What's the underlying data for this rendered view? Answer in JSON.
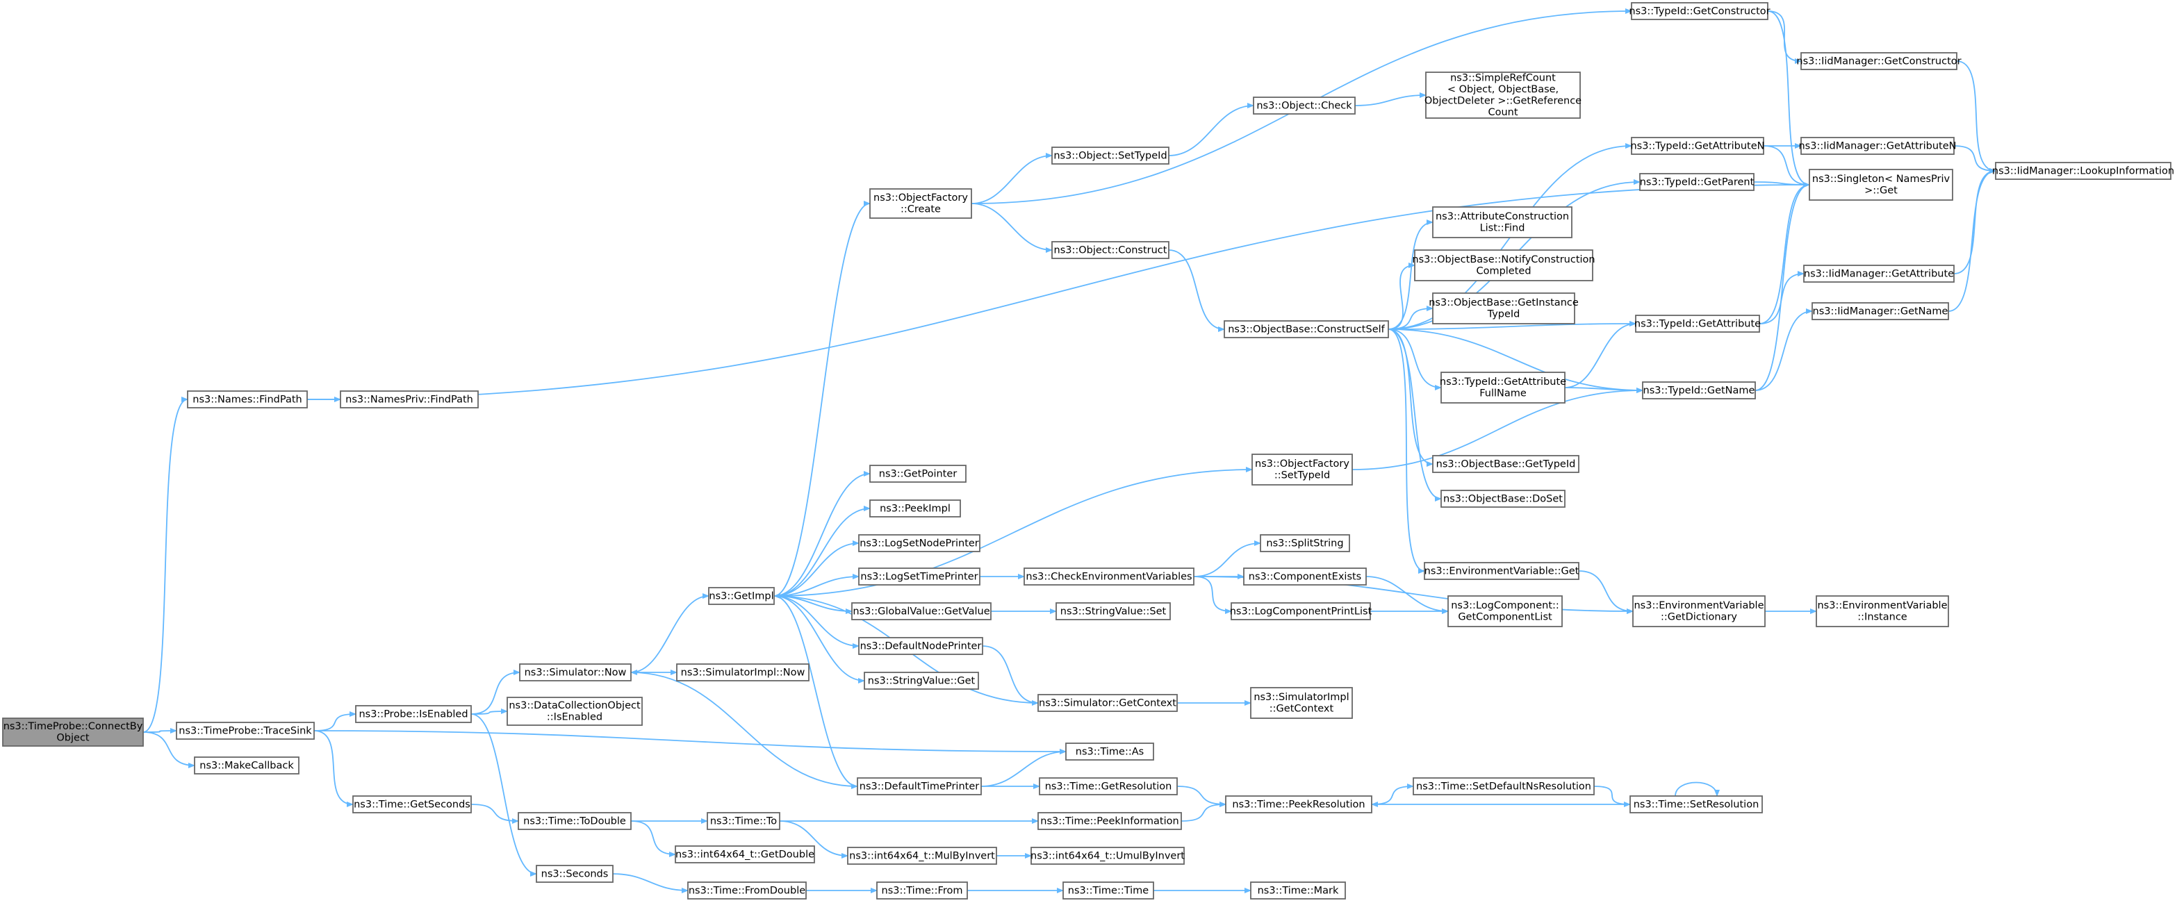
{
  "colors": {
    "edge": "#63b8ff",
    "node_border": "#666666",
    "node_fill": "#ffffff",
    "root_fill": "#999999",
    "highlight_border": "#ff0000",
    "text": "#000000"
  },
  "nodes": [
    {
      "id": "root",
      "lines": [
        "ns3::TimeProbe::ConnectBy",
        "Object"
      ],
      "style": "root"
    },
    {
      "id": "names_findpath",
      "lines": [
        "ns3::Names::FindPath"
      ]
    },
    {
      "id": "namespriv_findpath",
      "lines": [
        "ns3::NamesPriv::FindPath"
      ]
    },
    {
      "id": "traceSink",
      "lines": [
        "ns3::TimeProbe::TraceSink"
      ]
    },
    {
      "id": "makecallback",
      "lines": [
        "ns3::MakeCallback"
      ]
    },
    {
      "id": "probe_isenabled",
      "lines": [
        "ns3::Probe::IsEnabled"
      ]
    },
    {
      "id": "sim_now",
      "lines": [
        "ns3::Simulator::Now"
      ]
    },
    {
      "id": "dco_isenabled",
      "lines": [
        "ns3::DataCollectionObject",
        "::IsEnabled"
      ]
    },
    {
      "id": "simimpl_now",
      "lines": [
        "ns3::SimulatorImpl::Now"
      ]
    },
    {
      "id": "getimpl",
      "lines": [
        "ns3::GetImpl"
      ]
    },
    {
      "id": "time_getseconds",
      "lines": [
        "ns3::Time::GetSeconds"
      ]
    },
    {
      "id": "time_todouble",
      "lines": [
        "ns3::Time::ToDouble"
      ]
    },
    {
      "id": "seconds",
      "lines": [
        "ns3::Seconds"
      ]
    },
    {
      "id": "int64_getdouble",
      "lines": [
        "ns3::int64x64_t::GetDouble"
      ]
    },
    {
      "id": "time_to",
      "lines": [
        "ns3::Time::To"
      ]
    },
    {
      "id": "int64_mulbyinvert",
      "lines": [
        "ns3::int64x64_t::MulByInvert"
      ]
    },
    {
      "id": "int64_umulbyinvert",
      "lines": [
        "ns3::int64x64_t::UmulByInvert"
      ]
    },
    {
      "id": "time_fromdouble",
      "lines": [
        "ns3::Time::FromDouble"
      ]
    },
    {
      "id": "time_from",
      "lines": [
        "ns3::Time::From"
      ]
    },
    {
      "id": "time_time",
      "lines": [
        "ns3::Time::Time"
      ]
    },
    {
      "id": "time_mark",
      "lines": [
        "ns3::Time::Mark"
      ]
    },
    {
      "id": "objfactory_create",
      "lines": [
        "ns3::ObjectFactory",
        "::Create"
      ]
    },
    {
      "id": "getpointer",
      "lines": [
        "ns3::GetPointer"
      ]
    },
    {
      "id": "peekimpl",
      "lines": [
        "ns3::PeekImpl"
      ]
    },
    {
      "id": "logsetnodeprinter",
      "lines": [
        "ns3::LogSetNodePrinter"
      ]
    },
    {
      "id": "logsettimeprinter",
      "lines": [
        "ns3::LogSetTimePrinter"
      ]
    },
    {
      "id": "globalvalue_getvalue",
      "lines": [
        "ns3::GlobalValue::GetValue"
      ]
    },
    {
      "id": "defaultnodeprinter",
      "lines": [
        "ns3::DefaultNodePrinter"
      ]
    },
    {
      "id": "stringvalue_get",
      "lines": [
        "ns3::StringValue::Get"
      ]
    },
    {
      "id": "defaulttimeprinter",
      "lines": [
        "ns3::DefaultTimePrinter"
      ]
    },
    {
      "id": "time_as",
      "lines": [
        "ns3::Time::As"
      ]
    },
    {
      "id": "time_getresolution",
      "lines": [
        "ns3::Time::GetResolution"
      ]
    },
    {
      "id": "time_peekinformation",
      "lines": [
        "ns3::Time::PeekInformation"
      ]
    },
    {
      "id": "time_peekresolution",
      "lines": [
        "ns3::Time::PeekResolution"
      ]
    },
    {
      "id": "time_setdefaultnsres",
      "lines": [
        "ns3::Time::SetDefaultNsResolution"
      ]
    },
    {
      "id": "time_setresolution",
      "lines": [
        "ns3::Time::SetResolution"
      ]
    },
    {
      "id": "checkenvvars",
      "lines": [
        "ns3::CheckEnvironmentVariables"
      ]
    },
    {
      "id": "stringvalue_set",
      "lines": [
        "ns3::StringValue::Set"
      ]
    },
    {
      "id": "sim_getcontext",
      "lines": [
        "ns3::Simulator::GetContext"
      ]
    },
    {
      "id": "simimpl_getcontext",
      "lines": [
        "ns3::SimulatorImpl",
        "::GetContext"
      ]
    },
    {
      "id": "splitstring",
      "lines": [
        "ns3::SplitString"
      ]
    },
    {
      "id": "componentexists",
      "lines": [
        "ns3::ComponentExists"
      ]
    },
    {
      "id": "logcomponentprintlist",
      "lines": [
        "ns3::LogComponentPrintList"
      ]
    },
    {
      "id": "logcomponent_getcomplist",
      "lines": [
        "ns3::LogComponent::",
        "GetComponentList"
      ]
    },
    {
      "id": "object_settypeid",
      "lines": [
        "ns3::Object::SetTypeId"
      ]
    },
    {
      "id": "object_check",
      "lines": [
        "ns3::Object::Check"
      ]
    },
    {
      "id": "simplerefcount",
      "lines": [
        "ns3::SimpleRefCount",
        "< Object, ObjectBase,",
        "ObjectDeleter >::GetReference",
        "Count"
      ]
    },
    {
      "id": "object_construct",
      "lines": [
        "ns3::Object::Construct"
      ]
    },
    {
      "id": "objbase_constructself",
      "lines": [
        "ns3::ObjectBase::ConstructSelf"
      ]
    },
    {
      "id": "objfactory_settypeid",
      "lines": [
        "ns3::ObjectFactory",
        "::SetTypeId"
      ]
    },
    {
      "id": "attrconstlist_find",
      "lines": [
        "ns3::AttributeConstruction",
        "List::Find"
      ]
    },
    {
      "id": "objbase_notify",
      "lines": [
        "ns3::ObjectBase::NotifyConstruction",
        "Completed"
      ]
    },
    {
      "id": "objbase_getinstance",
      "lines": [
        "ns3::ObjectBase::GetInstance",
        "TypeId"
      ]
    },
    {
      "id": "typeid_getattrfullname",
      "lines": [
        "ns3::TypeId::GetAttribute",
        "FullName"
      ]
    },
    {
      "id": "objbase_gettypeid",
      "lines": [
        "ns3::ObjectBase::GetTypeId"
      ],
      "style": "highlight"
    },
    {
      "id": "objbase_doset",
      "lines": [
        "ns3::ObjectBase::DoSet"
      ]
    },
    {
      "id": "envvar_get",
      "lines": [
        "ns3::EnvironmentVariable::Get"
      ]
    },
    {
      "id": "envvar_getdict",
      "lines": [
        "ns3::EnvironmentVariable",
        "::GetDictionary"
      ]
    },
    {
      "id": "envvar_instance",
      "lines": [
        "ns3::EnvironmentVariable",
        "::Instance"
      ]
    },
    {
      "id": "typeid_getconstructor",
      "lines": [
        "ns3::TypeId::GetConstructor"
      ]
    },
    {
      "id": "typeid_getattributen",
      "lines": [
        "ns3::TypeId::GetAttributeN"
      ]
    },
    {
      "id": "typeid_getparent",
      "lines": [
        "ns3::TypeId::GetParent"
      ],
      "style": "highlight"
    },
    {
      "id": "typeid_getattribute",
      "lines": [
        "ns3::TypeId::GetAttribute"
      ]
    },
    {
      "id": "typeid_getname",
      "lines": [
        "ns3::TypeId::GetName"
      ]
    },
    {
      "id": "iid_getconstructor",
      "lines": [
        "ns3::IidManager::GetConstructor"
      ]
    },
    {
      "id": "iid_getattributen",
      "lines": [
        "ns3::IidManager::GetAttributeN"
      ]
    },
    {
      "id": "singleton_get",
      "lines": [
        "ns3::Singleton< NamesPriv",
        ">::Get"
      ]
    },
    {
      "id": "iid_getattribute",
      "lines": [
        "ns3::IidManager::GetAttribute"
      ]
    },
    {
      "id": "iid_getname",
      "lines": [
        "ns3::IidManager::GetName"
      ]
    },
    {
      "id": "iid_lookupinfo",
      "lines": [
        "ns3::IidManager::LookupInformation"
      ]
    }
  ],
  "edges": [
    [
      "root",
      "names_findpath"
    ],
    [
      "root",
      "traceSink"
    ],
    [
      "root",
      "makecallback"
    ],
    [
      "names_findpath",
      "namespriv_findpath"
    ],
    [
      "names_findpath",
      "singleton_get"
    ],
    [
      "traceSink",
      "probe_isenabled"
    ],
    [
      "traceSink",
      "time_getseconds"
    ],
    [
      "traceSink",
      "time_as"
    ],
    [
      "probe_isenabled",
      "sim_now"
    ],
    [
      "probe_isenabled",
      "dco_isenabled"
    ],
    [
      "probe_isenabled",
      "seconds"
    ],
    [
      "sim_now",
      "getimpl"
    ],
    [
      "sim_now",
      "simimpl_now"
    ],
    [
      "time_getseconds",
      "time_todouble"
    ],
    [
      "time_todouble",
      "time_to"
    ],
    [
      "time_todouble",
      "int64_getdouble"
    ],
    [
      "time_to",
      "time_peekinformation"
    ],
    [
      "time_to",
      "int64_mulbyinvert"
    ],
    [
      "int64_mulbyinvert",
      "int64_umulbyinvert"
    ],
    [
      "seconds",
      "time_fromdouble"
    ],
    [
      "time_fromdouble",
      "time_from"
    ],
    [
      "time_from",
      "time_time"
    ],
    [
      "time_time",
      "time_mark"
    ],
    [
      "getimpl",
      "objfactory_create"
    ],
    [
      "getimpl",
      "objfactory_settypeid"
    ],
    [
      "getimpl",
      "getpointer"
    ],
    [
      "getimpl",
      "peekimpl"
    ],
    [
      "getimpl",
      "logsetnodeprinter"
    ],
    [
      "getimpl",
      "logsettimeprinter"
    ],
    [
      "getimpl",
      "globalvalue_getvalue"
    ],
    [
      "getimpl",
      "defaultnodeprinter"
    ],
    [
      "getimpl",
      "stringvalue_get"
    ],
    [
      "getimpl",
      "defaulttimeprinter"
    ],
    [
      "sim_getcontext",
      "getimpl"
    ],
    [
      "sim_getcontext",
      "simimpl_getcontext"
    ],
    [
      "defaulttimeprinter",
      "sim_now"
    ],
    [
      "defaulttimeprinter",
      "time_as"
    ],
    [
      "defaulttimeprinter",
      "time_getresolution"
    ],
    [
      "defaultnodeprinter",
      "sim_getcontext"
    ],
    [
      "logsettimeprinter",
      "checkenvvars"
    ],
    [
      "globalvalue_getvalue",
      "stringvalue_set"
    ],
    [
      "checkenvvars",
      "splitstring"
    ],
    [
      "checkenvvars",
      "componentexists"
    ],
    [
      "checkenvvars",
      "logcomponentprintlist"
    ],
    [
      "checkenvvars",
      "envvar_getdict"
    ],
    [
      "componentexists",
      "logcomponent_getcomplist"
    ],
    [
      "logcomponentprintlist",
      "logcomponent_getcomplist"
    ],
    [
      "time_getresolution",
      "time_peekresolution"
    ],
    [
      "time_peekinformation",
      "time_peekresolution"
    ],
    [
      "time_peekresolution",
      "time_setdefaultnsres"
    ],
    [
      "time_setdefaultnsres",
      "time_setresolution"
    ],
    [
      "time_setresolution",
      "time_peekresolution"
    ],
    [
      "time_setresolution",
      "time_setresolution"
    ],
    [
      "objfactory_create",
      "typeid_getconstructor"
    ],
    [
      "objfactory_create",
      "object_settypeid"
    ],
    [
      "objfactory_create",
      "object_construct"
    ],
    [
      "object_settypeid",
      "object_check"
    ],
    [
      "object_check",
      "simplerefcount"
    ],
    [
      "object_construct",
      "objbase_constructself"
    ],
    [
      "objbase_constructself",
      "typeid_getattributen"
    ],
    [
      "objbase_constructself",
      "typeid_getparent"
    ],
    [
      "objbase_constructself",
      "attrconstlist_find"
    ],
    [
      "objbase_constructself",
      "objbase_notify"
    ],
    [
      "objbase_constructself",
      "objbase_getinstance"
    ],
    [
      "objbase_constructself",
      "typeid_getattribute"
    ],
    [
      "objbase_constructself",
      "typeid_getattrfullname"
    ],
    [
      "objbase_constructself",
      "typeid_getname"
    ],
    [
      "objbase_constructself",
      "objbase_gettypeid"
    ],
    [
      "objbase_constructself",
      "objbase_doset"
    ],
    [
      "objbase_constructself",
      "envvar_get"
    ],
    [
      "objfactory_settypeid",
      "typeid_getname"
    ],
    [
      "envvar_get",
      "envvar_getdict"
    ],
    [
      "envvar_getdict",
      "envvar_instance"
    ],
    [
      "typeid_getattrfullname",
      "typeid_getattribute"
    ],
    [
      "typeid_getattrfullname",
      "typeid_getname"
    ],
    [
      "typeid_getconstructor",
      "iid_getconstructor"
    ],
    [
      "typeid_getconstructor",
      "singleton_get"
    ],
    [
      "typeid_getattributen",
      "iid_getattributen"
    ],
    [
      "typeid_getattributen",
      "singleton_get"
    ],
    [
      "typeid_getparent",
      "singleton_get"
    ],
    [
      "typeid_getattribute",
      "iid_getattribute"
    ],
    [
      "typeid_getattribute",
      "singleton_get"
    ],
    [
      "typeid_getname",
      "iid_getname"
    ],
    [
      "typeid_getname",
      "singleton_get"
    ],
    [
      "iid_getconstructor",
      "iid_lookupinfo"
    ],
    [
      "iid_getattributen",
      "iid_lookupinfo"
    ],
    [
      "iid_getattribute",
      "iid_lookupinfo"
    ],
    [
      "iid_getname",
      "iid_lookupinfo"
    ]
  ]
}
